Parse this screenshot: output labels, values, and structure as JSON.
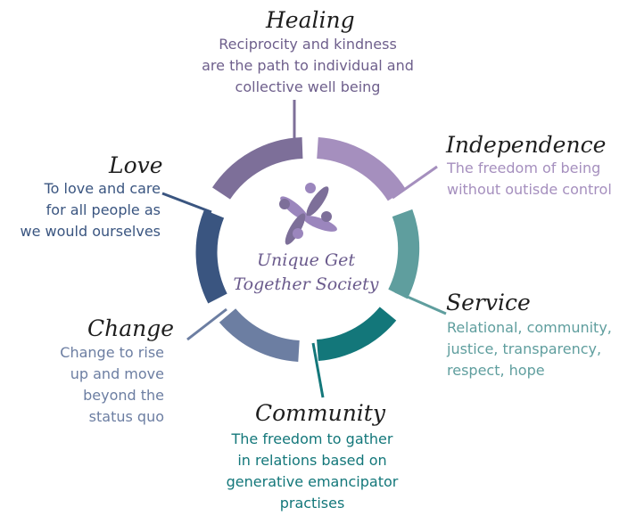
{
  "center": {
    "name": "Unique Get\nTogether Society"
  },
  "segments": [
    {
      "id": "healing",
      "title": "Healing",
      "description": "Reciprocity and kindness\nare the path to individual and\ncollective well being",
      "color": "#7d6f99"
    },
    {
      "id": "independence",
      "title": "Independence",
      "description": "The freedom of being\nwithout outisde control",
      "color": "#a58fbe"
    },
    {
      "id": "service",
      "title": "Service",
      "description": "Relational, community,\njustice, transparency,\nrespect, hope",
      "color": "#5f9e9e"
    },
    {
      "id": "community",
      "title": "Community",
      "description": "The freedom to gather\nin relations based on\ngenerative emancipator\npractises",
      "color": "#13777a"
    },
    {
      "id": "change",
      "title": "Change",
      "description": "Change to rise\nup and move\nbeyond the\nstatus quo",
      "color": "#6c7ea2"
    },
    {
      "id": "love",
      "title": "Love",
      "description": "To love and care\nfor all people as\nwe would ourselves",
      "color": "#3a5580"
    }
  ]
}
